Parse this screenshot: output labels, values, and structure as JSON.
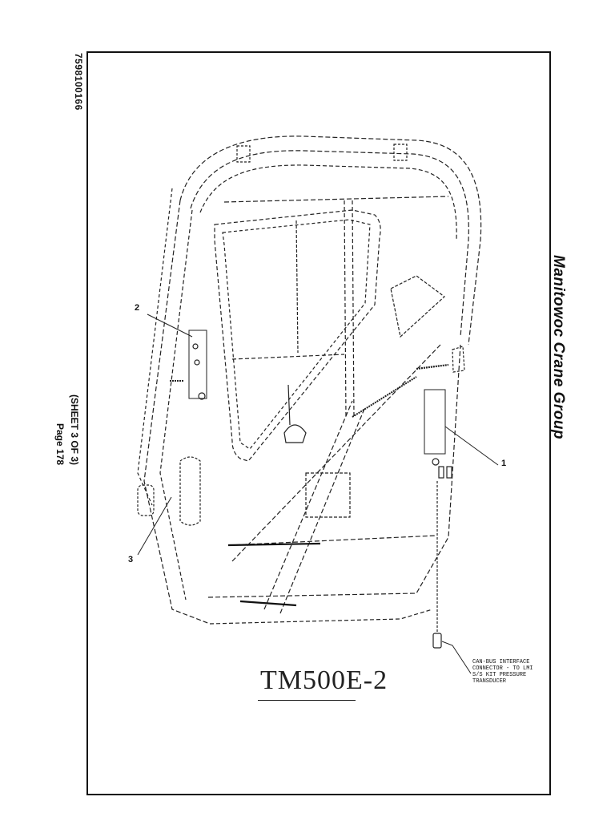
{
  "doc_number": "7598100166",
  "company": "Manitowoc Crane Group",
  "sheet": "(SHEET 3 OF 3)",
  "page": "Page 178",
  "model": "TM500E-2",
  "callouts": {
    "c1": "1",
    "c2": "2",
    "c3": "3"
  },
  "note_lines": [
    "CAN-BUS INTERFACE",
    "CONNECTOR - TO LMI",
    "S/S KIT PRESSURE",
    "TRANSDUCER"
  ]
}
